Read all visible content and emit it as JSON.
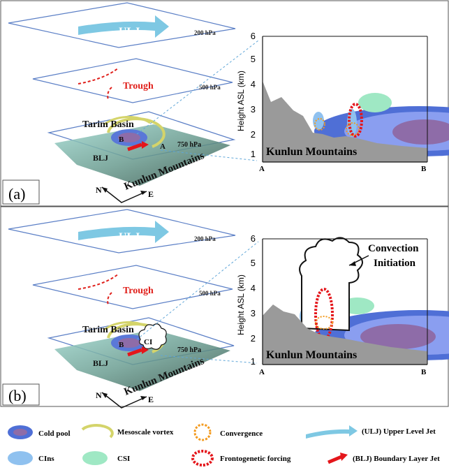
{
  "panels": [
    {
      "label": "(a)",
      "plane_top_ulj": "ULJ",
      "plane_top_level": "200 hPa",
      "plane_mid_trough": "Trough",
      "plane_mid_level": "500 hPa",
      "plane_low_level": "750 hPa",
      "basin_label": "Tarim Basin",
      "point_b": "B",
      "point_a": "A",
      "blj_label": "BLJ",
      "mountains_label": "Kunlun Mountains",
      "north": "N",
      "east": "E",
      "y_axis_label": "Height ASL (km)",
      "y_ticks": [
        "1",
        "2",
        "3",
        "4",
        "5",
        "6"
      ],
      "x_start": "A",
      "x_end": "B",
      "section_mountains": "Kunlun Mountains"
    },
    {
      "label": "(b)",
      "plane_top_ulj": "ULJ",
      "plane_top_level": "200 hPa",
      "plane_mid_trough": "Trough",
      "plane_mid_level": "500 hPa",
      "plane_low_level": "750 hPa",
      "basin_label": "Tarim Basin",
      "point_b": "B",
      "ci_label": "CI",
      "blj_label": "BLJ",
      "mountains_label": "Kunlun Mountains",
      "north": "N",
      "east": "E",
      "y_axis_label": "Height ASL (km)",
      "y_ticks": [
        "1",
        "2",
        "3",
        "4",
        "5",
        "6"
      ],
      "x_start": "A",
      "x_end": "B",
      "section_mountains": "Kunlun Mountains",
      "convection_line1": "Convection",
      "convection_line2": "Initiation"
    }
  ],
  "legend": [
    {
      "icon": "cold-pool-icon",
      "label": "Cold pool"
    },
    {
      "icon": "mesoscale-vortex-icon",
      "label": "Mesoscale vortex"
    },
    {
      "icon": "convergence-icon",
      "label": "Convergence"
    },
    {
      "icon": "upper-level-jet-icon",
      "label": "(ULJ) Upper Level Jet"
    },
    {
      "icon": "cins-icon",
      "label": "CIns"
    },
    {
      "icon": "csi-icon",
      "label": "CSI"
    },
    {
      "icon": "frontogenetic-forcing-icon",
      "label": "Frontogenetic forcing"
    },
    {
      "icon": "boundary-layer-jet-icon",
      "label": "(BLJ) Boundary Layer Jet"
    }
  ],
  "colors": {
    "plane_edge": "#5b7fc6",
    "ulj": "#7ec8e3",
    "trough": "#e0201b",
    "cold_pool_outer": "#5a78d8",
    "cold_pool_inner": "#8e6ca8",
    "cins": "#8fc1ef",
    "csi": "#9fe8c4",
    "convergence": "#f39a1e",
    "frontogenesis": "#e4161b",
    "terrain": "#9a9a9a",
    "vortex": "#d4d46a"
  }
}
